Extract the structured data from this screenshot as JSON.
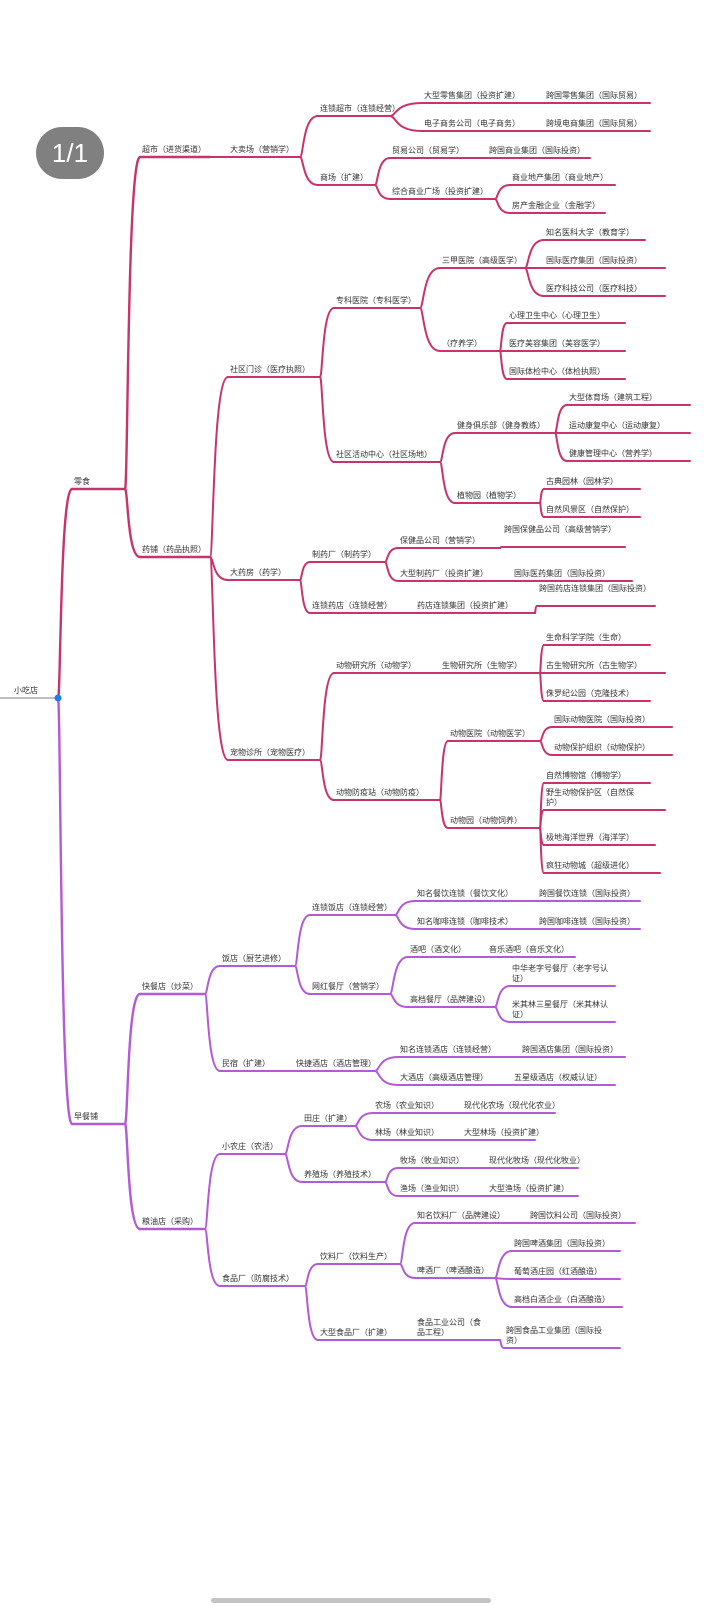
{
  "page_indicator": "1/1",
  "colors": {
    "branch_top": "#c8336c",
    "branch_bottom": "#b35ad6",
    "root_line": "#aaaaaa",
    "root_dot": "#1e7cf2"
  },
  "root": {
    "label": "小吃店",
    "children": [
      {
        "label": "零食",
        "children": [
          {
            "label": "超市（进货渠道）",
            "children": [
              {
                "label": "大卖场（营销学）",
                "children": [
                  {
                    "label": "连锁超市（连锁经营）",
                    "children": [
                      {
                        "label": "大型零售集团（投资扩建）",
                        "children": [
                          {
                            "label": "跨国零售集团（国际贸易）"
                          }
                        ]
                      },
                      {
                        "label": "电子商务公司（电子商务）",
                        "children": [
                          {
                            "label": "跨境电商集团（国际贸易）"
                          }
                        ]
                      }
                    ]
                  },
                  {
                    "label": "商场（扩建）",
                    "children": [
                      {
                        "label": "贸易公司（贸易学）",
                        "children": [
                          {
                            "label": "跨国商业集团（国际投资）"
                          }
                        ]
                      },
                      {
                        "label": "综合商业广场（投资扩建）",
                        "children": [
                          {
                            "label": "商业地产集团（商业地产）"
                          },
                          {
                            "label": "房产金融企业（金融学）"
                          }
                        ]
                      }
                    ]
                  }
                ]
              }
            ]
          },
          {
            "label": "药铺（药品执照）",
            "children": [
              {
                "label": "社区门诊（医疗执照）",
                "children": [
                  {
                    "label": "专科医院（专科医学）",
                    "children": [
                      {
                        "label": "三甲医院（高级医学）",
                        "children": [
                          {
                            "label": "知名医科大学（教育学）"
                          },
                          {
                            "label": "国际医疗集团（国际投资）"
                          },
                          {
                            "label": "医疗科技公司（医疗科技）"
                          }
                        ]
                      },
                      {
                        "label": "（疗养学）",
                        "children": [
                          {
                            "label": "心理卫生中心（心理卫生）"
                          },
                          {
                            "label": "医疗美容集团（美容医学）"
                          },
                          {
                            "label": "国际体检中心（体检执照）"
                          }
                        ]
                      }
                    ]
                  },
                  {
                    "label": "社区活动中心（社区场地）",
                    "children": [
                      {
                        "label": "健身俱乐部（健身教练）",
                        "children": [
                          {
                            "label": "大型体育场（建筑工程）"
                          },
                          {
                            "label": "运动康复中心（运动康复）"
                          },
                          {
                            "label": "健康管理中心（营养学）"
                          }
                        ]
                      },
                      {
                        "label": "植物园（植物学）",
                        "children": [
                          {
                            "label": "古典园林（园林学）"
                          },
                          {
                            "label": "自然风景区（自然保护）"
                          }
                        ]
                      }
                    ]
                  }
                ]
              },
              {
                "label": "大药房（药学）",
                "children": [
                  {
                    "label": "制药厂（制药学）",
                    "children": [
                      {
                        "label": "保健品公司（营销学）",
                        "children": [
                          {
                            "label": "跨国保健品公司（高级营销学）"
                          }
                        ]
                      },
                      {
                        "label": "大型制药厂（投资扩建）",
                        "children": [
                          {
                            "label": "国际医药集团（国际投资）"
                          }
                        ]
                      }
                    ]
                  },
                  {
                    "label": "连锁药店（连锁经营）",
                    "children": [
                      {
                        "label": "药店连锁集团（投资扩建）",
                        "children": [
                          {
                            "label": "跨国药店连锁集团（国际投资）"
                          }
                        ]
                      }
                    ]
                  }
                ]
              },
              {
                "label": "宠物诊所（宠物医疗）",
                "children": [
                  {
                    "label": "动物研究所（动物学）",
                    "children": [
                      {
                        "label": "生物研究所（生物学）",
                        "children": [
                          {
                            "label": "生命科学学院（生命）"
                          },
                          {
                            "label": "古生物研究所（古生物学）"
                          },
                          {
                            "label": "侏罗纪公园（克隆技术）"
                          }
                        ]
                      }
                    ]
                  },
                  {
                    "label": "动物防疫站（动物防疫）",
                    "children": [
                      {
                        "label": "动物医院（动物医学）",
                        "children": [
                          {
                            "label": "国际动物医院（国际投资）"
                          },
                          {
                            "label": "动物保护组织（动物保护）"
                          }
                        ]
                      },
                      {
                        "label": "动物园（动物饲养）",
                        "children": [
                          {
                            "label": "自然博物馆（博物学）"
                          },
                          {
                            "label": "野生动物保护区（自然保护）"
                          },
                          {
                            "label": "极地海洋世界（海洋学）"
                          },
                          {
                            "label": "疯狂动物城（超级进化）"
                          }
                        ]
                      }
                    ]
                  }
                ]
              }
            ]
          }
        ]
      },
      {
        "label": "早餐铺",
        "children": [
          {
            "label": "快餐店（炒菜）",
            "children": [
              {
                "label": "饭店（厨艺进修）",
                "children": [
                  {
                    "label": "连锁饭店（连锁经营）",
                    "children": [
                      {
                        "label": "知名餐饮连锁（餐饮文化）",
                        "children": [
                          {
                            "label": "跨国餐饮连锁（国际投资）"
                          }
                        ]
                      },
                      {
                        "label": "知名咖啡连锁（咖啡技术）",
                        "children": [
                          {
                            "label": "跨国咖啡连锁（国际投资）"
                          }
                        ]
                      }
                    ]
                  },
                  {
                    "label": "网红餐厅（营销学）",
                    "children": [
                      {
                        "label": "酒吧（酒文化）",
                        "children": [
                          {
                            "label": "音乐酒吧（音乐文化）"
                          }
                        ]
                      },
                      {
                        "label": "高档餐厅（品牌建设）",
                        "children": [
                          {
                            "label": "中华老字号餐厅（老字号认证）"
                          },
                          {
                            "label": "米其林三星餐厅（米其林认证）"
                          }
                        ]
                      }
                    ]
                  }
                ]
              },
              {
                "label": "民宿（扩建）",
                "children": [
                  {
                    "label": "快捷酒店（酒店管理）",
                    "children": [
                      {
                        "label": "知名连锁酒店（连锁经营）",
                        "children": [
                          {
                            "label": "跨国酒店集团（国际投资）"
                          }
                        ]
                      },
                      {
                        "label": "大酒店（高级酒店管理）",
                        "children": [
                          {
                            "label": "五星级酒店（权威认证）"
                          }
                        ]
                      }
                    ]
                  }
                ]
              }
            ]
          },
          {
            "label": "粮油店（采购）",
            "children": [
              {
                "label": "小农庄（农活）",
                "children": [
                  {
                    "label": "田庄（扩建）",
                    "children": [
                      {
                        "label": "农场（农业知识）",
                        "children": [
                          {
                            "label": "现代化农场（现代化农业）"
                          }
                        ]
                      },
                      {
                        "label": "林场（林业知识）",
                        "children": [
                          {
                            "label": "大型林场（投资扩建）"
                          }
                        ]
                      }
                    ]
                  },
                  {
                    "label": "养殖场（养殖技术）",
                    "children": [
                      {
                        "label": "牧场（牧业知识）",
                        "children": [
                          {
                            "label": "现代化牧场（现代化牧业）"
                          }
                        ]
                      },
                      {
                        "label": "渔场（渔业知识）",
                        "children": [
                          {
                            "label": "大型渔场（投资扩建）"
                          }
                        ]
                      }
                    ]
                  }
                ]
              },
              {
                "label": "食品厂（防腐技术）",
                "children": [
                  {
                    "label": "饮料厂（饮料生产）",
                    "children": [
                      {
                        "label": "知名饮料厂（品牌建设）",
                        "children": [
                          {
                            "label": "跨国饮料公司（国际投资）"
                          }
                        ]
                      },
                      {
                        "label": "啤酒厂（啤酒酿造）",
                        "children": [
                          {
                            "label": "跨国啤酒集团（国际投资）"
                          },
                          {
                            "label": "葡萄酒庄园（红酒酿造）"
                          },
                          {
                            "label": "高档白酒企业（白酒酿造）"
                          }
                        ]
                      }
                    ]
                  },
                  {
                    "label": "大型食品厂（扩建）",
                    "children": [
                      {
                        "label": "食品工业公司（食品工程）",
                        "children": [
                          {
                            "label": "跨国食品工业集团（国际投资）"
                          }
                        ]
                      }
                    ]
                  }
                ]
              }
            ]
          }
        ]
      }
    ]
  }
}
